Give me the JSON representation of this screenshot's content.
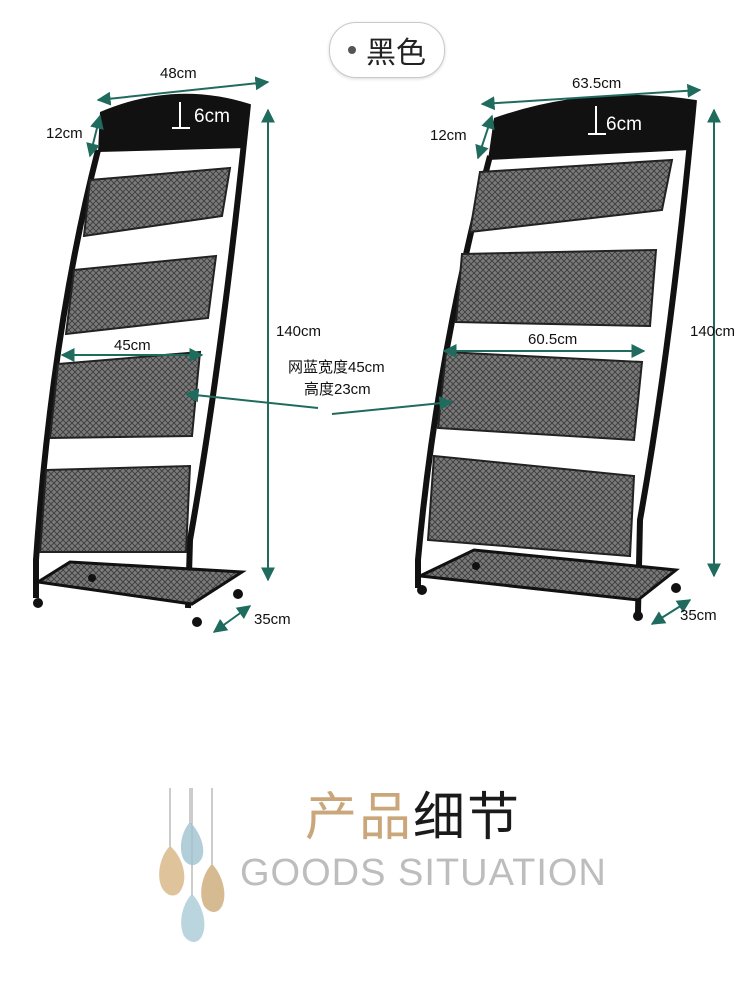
{
  "color_label": "黑色",
  "left_rack": {
    "width_label": "48cm",
    "header_height_label": "6cm",
    "depth_top_label": "12cm",
    "height_label": "140cm",
    "shelf_width_label": "45cm",
    "base_depth_label": "35cm"
  },
  "right_rack": {
    "width_label": "63.5cm",
    "header_height_label": "6cm",
    "depth_top_label": "12cm",
    "height_label": "140cm",
    "shelf_width_label": "60.5cm",
    "base_depth_label": "35cm"
  },
  "mesh_note": {
    "line1": "网蓝宽度45cm",
    "line2": "高度23cm"
  },
  "section_title": {
    "part1": "产品",
    "part2": "细节"
  },
  "section_subtitle": "GOODS SITUATION",
  "colors": {
    "dimension_line": "#1f6b5e",
    "rack_frame": "#111111",
    "mesh": "#6f6f6f",
    "title_gold": "#c9a77b"
  }
}
